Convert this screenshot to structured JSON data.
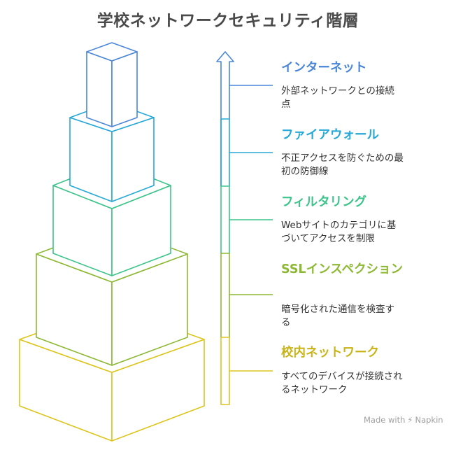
{
  "title": "学校ネットワークセキュリティ階層",
  "layers": [
    {
      "title": "インターネット",
      "description": "外部ネットワークとの接続点",
      "color": "#4a86d8"
    },
    {
      "title": "ファイアウォール",
      "description": "不正アクセスを防ぐための最初の防御線",
      "color": "#26a9d6"
    },
    {
      "title": "フィルタリング",
      "description": "Webサイトのカテゴリに基づいてアクセスを制限",
      "color": "#3cc48a"
    },
    {
      "title": "SSLインスペクション",
      "description": "暗号化された通信を検査する",
      "color": "#8db833"
    },
    {
      "title": "校内ネットワーク",
      "description": "すべてのデバイスが接続されるネットワーク",
      "color": "#dcc51e"
    }
  ],
  "watermark": {
    "prefix": "Made with",
    "brand": "Napkin",
    "icon": "napkin-bolt-icon"
  }
}
